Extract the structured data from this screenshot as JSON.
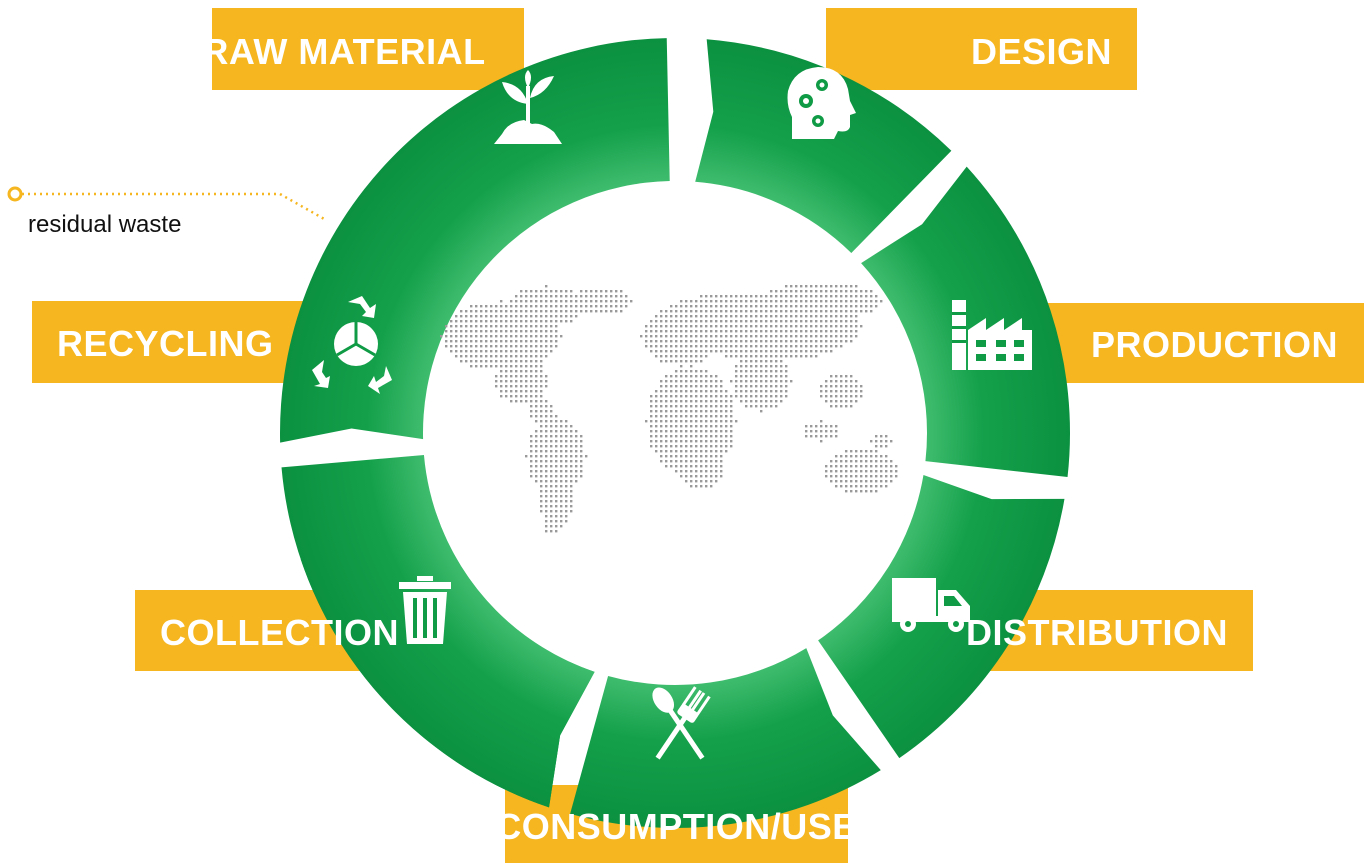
{
  "colors": {
    "segment_green": "#0f9a45",
    "segment_green_light": "#33b866",
    "label_orange": "#f5b61f",
    "label_text": "#ffffff",
    "note_line": "#f5b61f",
    "map_dots": "#9a9a9a"
  },
  "stages": [
    {
      "label": "RAW MATERIAL",
      "icon": "plant-icon"
    },
    {
      "label": "DESIGN",
      "icon": "head-gears-icon"
    },
    {
      "label": "PRODUCTION",
      "icon": "factory-icon"
    },
    {
      "label": "DISTRIBUTION",
      "icon": "truck-icon"
    },
    {
      "label": "CONSUMPTION/USE",
      "icon": "spoon-fork-icon"
    },
    {
      "label": "COLLECTION",
      "icon": "trash-bin-icon"
    },
    {
      "label": "RECYCLING",
      "icon": "recycle-icon"
    }
  ],
  "annotation": {
    "text": "residual waste"
  },
  "center": {
    "icon": "world-map-icon"
  }
}
